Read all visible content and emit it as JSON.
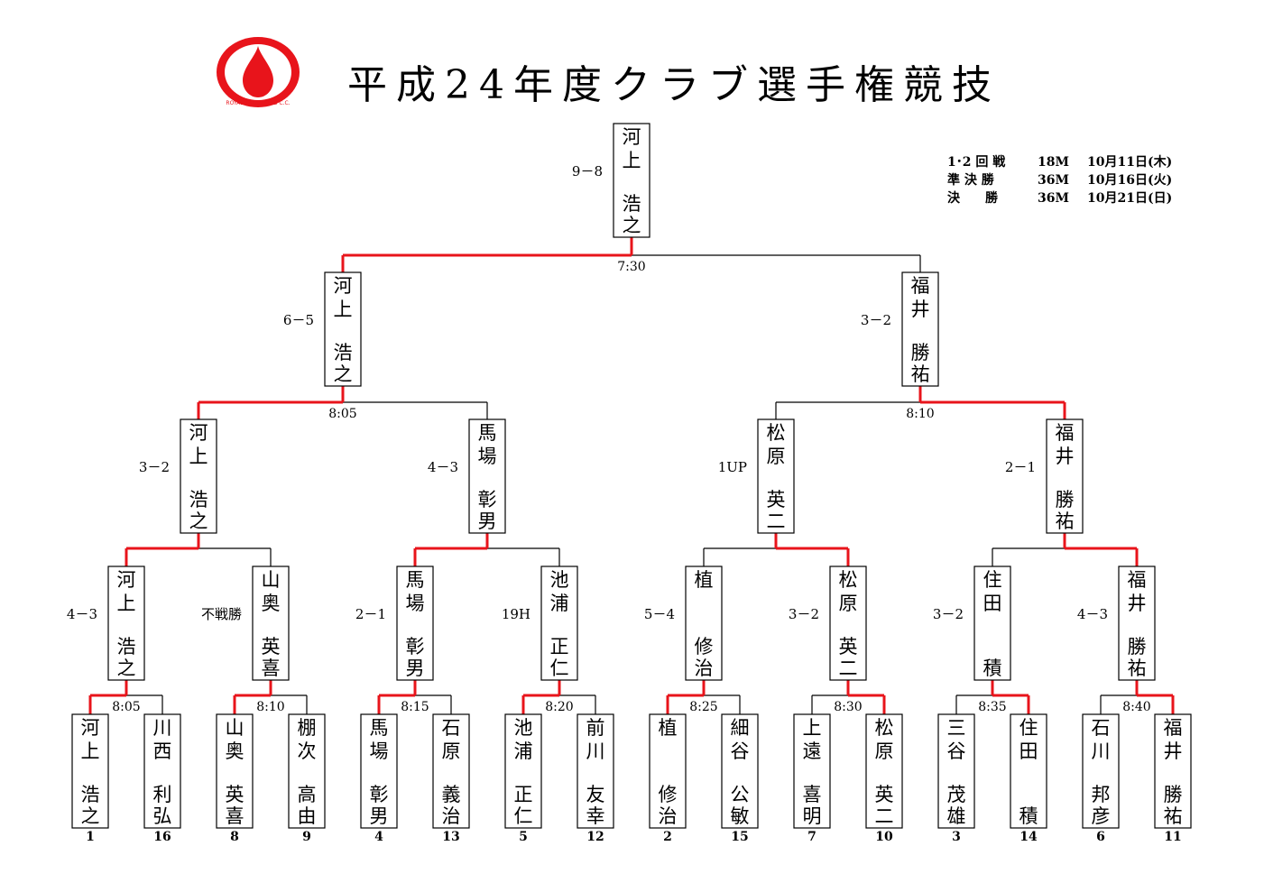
{
  "title": "平成24年度クラブ選手権競技",
  "logo": {
    "text": "ROYAL TAKAMATSU C.C.",
    "color": "#e8141b"
  },
  "schedule": [
    {
      "round": "1･2 回 戦",
      "holes": "18M",
      "date": "10月11日(木)"
    },
    {
      "round": "準 決 勝",
      "holes": "36M",
      "date": "10月16日(火)"
    },
    {
      "round": "決　　勝",
      "holes": "36M",
      "date": "10月21日(日)"
    }
  ],
  "colors": {
    "win": "#e8141b",
    "line": "#000000"
  },
  "players": [
    {
      "name": [
        "河",
        "上",
        "浩",
        "之"
      ],
      "seed": "1"
    },
    {
      "name": [
        "川",
        "西",
        "利",
        "弘"
      ],
      "seed": "16"
    },
    {
      "name": [
        "山",
        "奥",
        "英",
        "喜"
      ],
      "seed": "8"
    },
    {
      "name": [
        "棚",
        "次",
        "高",
        "由"
      ],
      "seed": "9"
    },
    {
      "name": [
        "馬",
        "場",
        "彰",
        "男"
      ],
      "seed": "4"
    },
    {
      "name": [
        "石",
        "原",
        "義",
        "治"
      ],
      "seed": "13"
    },
    {
      "name": [
        "池",
        "浦",
        "正",
        "仁"
      ],
      "seed": "5"
    },
    {
      "name": [
        "前",
        "川",
        "友",
        "幸"
      ],
      "seed": "12"
    },
    {
      "name": [
        "植",
        "",
        "修",
        "治"
      ],
      "seed": "2"
    },
    {
      "name": [
        "細",
        "谷",
        "公",
        "敏"
      ],
      "seed": "15"
    },
    {
      "name": [
        "上",
        "遠",
        "喜",
        "明"
      ],
      "seed": "7"
    },
    {
      "name": [
        "松",
        "原",
        "英",
        "二"
      ],
      "seed": "10"
    },
    {
      "name": [
        "三",
        "谷",
        "茂",
        "雄"
      ],
      "seed": "3"
    },
    {
      "name": [
        "住",
        "田",
        "",
        "積"
      ],
      "seed": "14"
    },
    {
      "name": [
        "石",
        "川",
        "邦",
        "彦"
      ],
      "seed": "6"
    },
    {
      "name": [
        "福",
        "井",
        "勝",
        "祐"
      ],
      "seed": "11"
    }
  ],
  "round1": [
    {
      "winner": 0,
      "score": "4－3",
      "time": "8:05"
    },
    {
      "winner": 0,
      "score": "不戦勝",
      "time": "8:10"
    },
    {
      "winner": 0,
      "score": "2－1",
      "time": "8:15"
    },
    {
      "winner": 0,
      "score": "19H",
      "time": "8:20"
    },
    {
      "winner": 0,
      "score": "5－4",
      "time": "8:25"
    },
    {
      "winner": 1,
      "score": "3－2",
      "time": "8:30"
    },
    {
      "winner": 1,
      "score": "3－2",
      "time": "8:35"
    },
    {
      "winner": 1,
      "score": "4－3",
      "time": "8:40"
    }
  ],
  "round2": [
    {
      "winner": 0,
      "score": "3－2"
    },
    {
      "winner": 0,
      "score": "4－3"
    },
    {
      "winner": 1,
      "score": "1UP"
    },
    {
      "winner": 1,
      "score": "2－1"
    }
  ],
  "semis": [
    {
      "winner": 0,
      "score": "6－5",
      "time": "8:05"
    },
    {
      "winner": 1,
      "score": "3－2",
      "time": "8:10"
    }
  ],
  "final": {
    "winner": 0,
    "score": "9－8",
    "time": "7:30"
  }
}
